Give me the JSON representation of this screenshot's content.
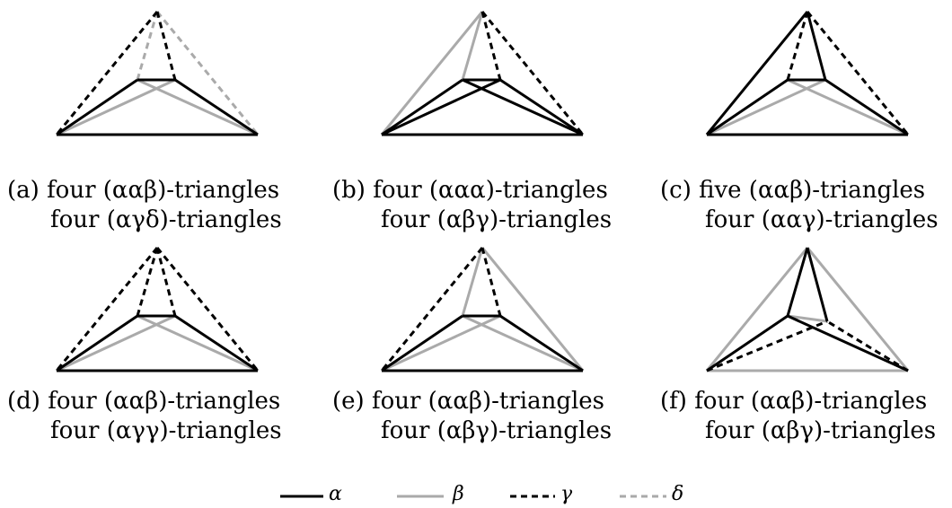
{
  "colors": {
    "alpha": "#000000",
    "beta": "#aaaaaa",
    "gamma": "#000000",
    "delta": "#aaaaaa"
  },
  "legend": [
    {
      "key": "alpha",
      "symbol": "α",
      "style": "solid",
      "color": "#000000"
    },
    {
      "key": "beta",
      "symbol": "β",
      "style": "solid",
      "color": "#aaaaaa"
    },
    {
      "key": "gamma",
      "symbol": "γ",
      "style": "dashed",
      "color": "#000000"
    },
    {
      "key": "delta",
      "symbol": "δ",
      "style": "dashed",
      "color": "#aaaaaa"
    }
  ],
  "panels": [
    {
      "id": "a",
      "label": "(a)",
      "line1": "four (ααβ)-triangles",
      "line2": "four (αγδ)-triangles",
      "edges": {
        "TA": "delta",
        "TL": "gamma",
        "TR": "delta",
        "TB": "gamma",
        "AB": "alpha",
        "LA": "alpha",
        "RB": "alpha",
        "LB": "beta",
        "RA": "beta",
        "LR": "alpha"
      }
    },
    {
      "id": "b",
      "label": "(b)",
      "line1": "four (ααα)-triangles",
      "line2": "four (αβγ)-triangles",
      "edges": {
        "TA": "beta",
        "TL": "beta",
        "TR": "gamma",
        "TB": "gamma",
        "AB": "alpha",
        "LA": "alpha",
        "RB": "alpha",
        "LB": "alpha",
        "RA": "alpha",
        "LR": "alpha"
      }
    },
    {
      "id": "c",
      "label": "(c)",
      "line1": "five (ααβ)-triangles",
      "line2": "four (ααγ)-triangles",
      "edges": {
        "TA": "gamma",
        "TL": "alpha",
        "TR": "gamma",
        "TB": "alpha",
        "AB": "alpha",
        "LA": "alpha",
        "RB": "alpha",
        "LB": "beta",
        "RA": "beta",
        "LR": "alpha"
      }
    },
    {
      "id": "d",
      "label": "(d)",
      "line1": "four (ααβ)-triangles",
      "line2": "four (αγγ)-triangles",
      "edges": {
        "TA": "gamma",
        "TL": "gamma",
        "TR": "gamma",
        "TB": "gamma",
        "AB": "alpha",
        "LA": "alpha",
        "RB": "alpha",
        "LB": "beta",
        "RA": "beta",
        "LR": "alpha"
      }
    },
    {
      "id": "e",
      "label": "(e)",
      "line1": "four (ααβ)-triangles",
      "line2": "four (αβγ)-triangles",
      "edges": {
        "TA": "beta",
        "TL": "gamma",
        "TR": "beta",
        "TB": "gamma",
        "AB": "alpha",
        "LA": "alpha",
        "RB": "alpha",
        "LB": "beta",
        "RA": "beta",
        "LR": "alpha"
      }
    },
    {
      "id": "f",
      "label": "(f)",
      "line1": "four (ααβ)-triangles",
      "line2": "four (αβγ)-triangles",
      "edges": {
        "TA": "alpha",
        "TL": "beta",
        "TR": "beta",
        "TB": "alpha",
        "AB": "beta",
        "LA": "alpha",
        "RB": "gamma",
        "LB": "gamma",
        "RA": "alpha",
        "LR": "beta"
      }
    }
  ]
}
